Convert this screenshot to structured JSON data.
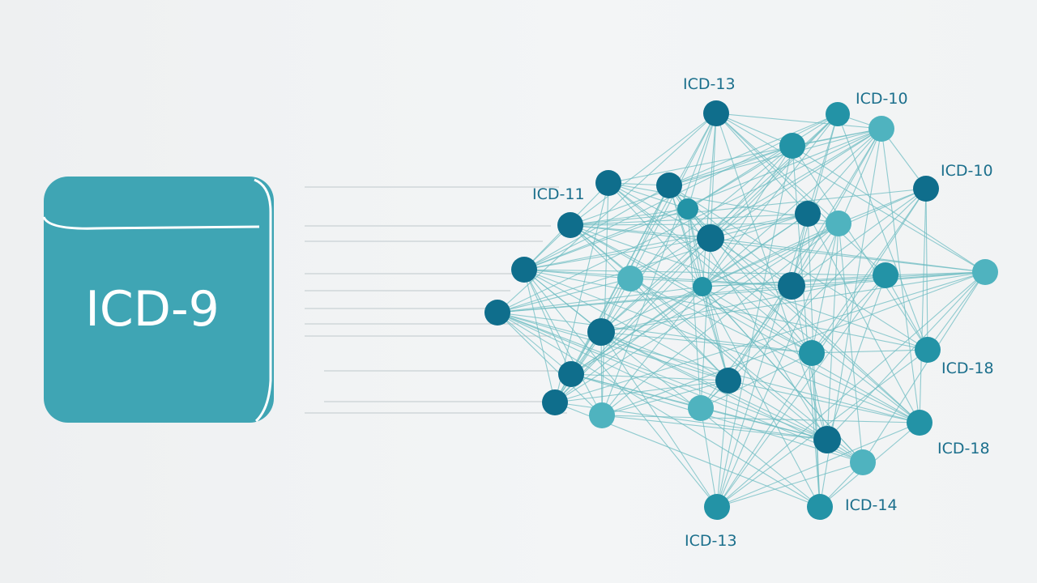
{
  "legacy_box": {
    "label": "ICD-9",
    "fill": "#3fa5b4",
    "outline": "#ffffff"
  },
  "colors": {
    "node_dark": "#0f6e8c",
    "node_mid": "#2393a6",
    "node_light": "#4fb3bf",
    "edge": "#6dbcc2",
    "label": "#1b6f8c"
  },
  "network": {
    "node_labels": [
      {
        "id": "top",
        "text": "ICD-13"
      },
      {
        "id": "top-right",
        "text": "ICD-10"
      },
      {
        "id": "right-upper",
        "text": "ICD-10"
      },
      {
        "id": "left",
        "text": "ICD-11"
      },
      {
        "id": "right-middle",
        "text": "ICD-18"
      },
      {
        "id": "right-lower",
        "text": "ICD-18"
      },
      {
        "id": "bottom-right",
        "text": "ICD-14"
      },
      {
        "id": "bottom",
        "text": "ICD-13"
      }
    ]
  }
}
